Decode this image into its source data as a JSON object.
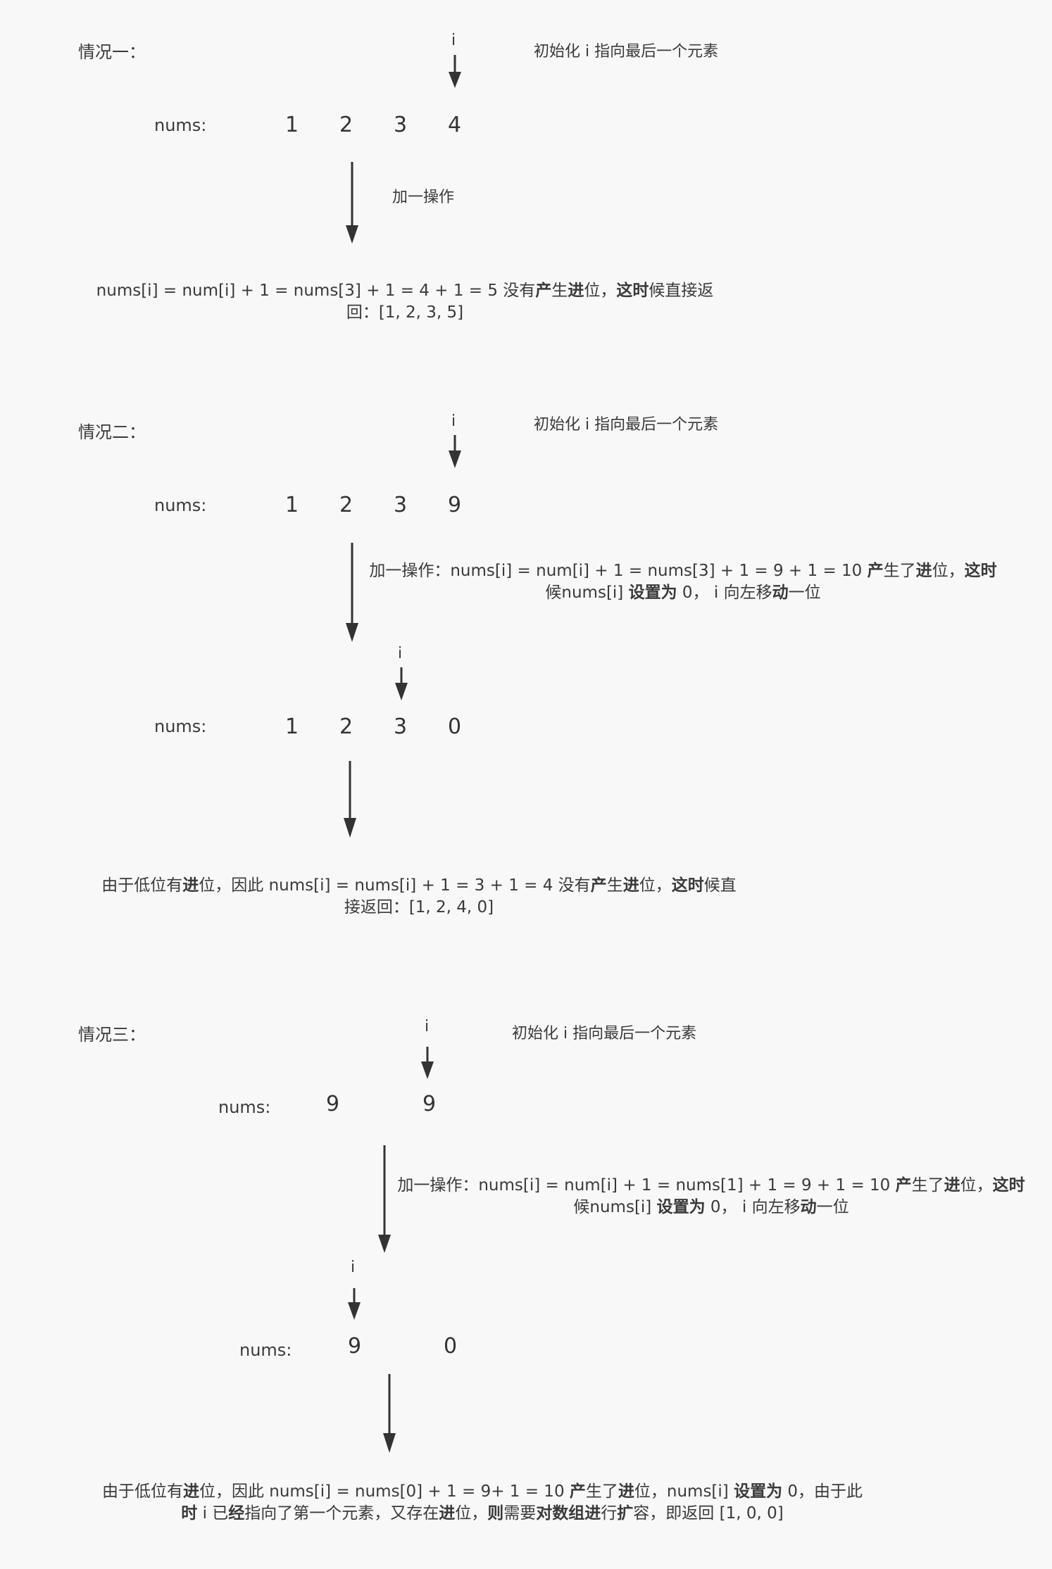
{
  "cases": [
    {
      "title": "情况一：",
      "init_note": "初始化 i 指向最后一个元素",
      "pointer_label": "i",
      "nums_label": "nums:",
      "digits": [
        "1",
        "2",
        "3",
        "4"
      ],
      "op_label": "加一操作",
      "result_pre": "nums[i] = num[i] + 1 = nums[3] + 1 = 4 + 1 = 5 没有",
      "result_b1": "产",
      "result_mid": "生",
      "result_b2": "进",
      "result_mid2": "位，",
      "result_b3": "这时",
      "result_post": "候直接返回：[1, 2, 3, 5]"
    },
    {
      "title": "情况二：",
      "init_note": "初始化 i 指向最后一个元素",
      "pointer_label": "i",
      "nums_label": "nums:",
      "digits": [
        "1",
        "2",
        "3",
        "9"
      ],
      "op_pre": "加一操作：nums[i] = num[i] + 1 = nums[3] + 1 = 9 + 1 = 10 ",
      "op_b1": "产",
      "op_mid": "生了",
      "op_b2": "进",
      "op_mid2": "位，",
      "op_b3": "这时",
      "op_mid3": "候nums[i] ",
      "op_b4": "设置为",
      "op_mid4": " 0，  i 向左移",
      "op_b5": "动",
      "op_post": "一位",
      "pointer2_label": "i",
      "nums2_label": "nums:",
      "digits2": [
        "1",
        "2",
        "3",
        "0"
      ],
      "result_pre": "由于低位有",
      "result_b1": "进",
      "result_mid": "位，因此 nums[i] = nums[i] + 1 = 3 + 1 = 4 没有",
      "result_b2": "产",
      "result_mid2": "生",
      "result_b3": "进",
      "result_mid3": "位，",
      "result_b4": "这时",
      "result_post": "候直接返回：[1, 2, 4, 0]"
    },
    {
      "title": "情况三：",
      "init_note": "初始化 i 指向最后一个元素",
      "pointer_label": "i",
      "nums_label": "nums:",
      "digits": [
        "9",
        "9"
      ],
      "op_pre": "加一操作：nums[i] = num[i] + 1 = nums[1] + 1 = 9 + 1 = 10 ",
      "op_b1": "产",
      "op_mid": "生了",
      "op_b2": "进",
      "op_mid2": "位，",
      "op_b3": "这时",
      "op_mid3": "候nums[i] ",
      "op_b4": "设置为",
      "op_mid4": " 0，  i 向左移",
      "op_b5": "动",
      "op_post": "一位",
      "pointer2_label": "i",
      "nums2_label": "nums:",
      "digits2": [
        "9",
        "0"
      ],
      "result_pre": "由于低位有",
      "result_b1": "进",
      "result_mid": "位，因此 nums[i] = nums[0] + 1 =  9+ 1 = 10 ",
      "result_b2": "产",
      "result_mid2": "生了",
      "result_b3": "进",
      "result_mid3": "位，nums[i] ",
      "result_b4": "设置为",
      "result_mid4": " 0，由于此",
      "result_b5": "时",
      "result_mid5": " i 已",
      "result_b6": "经",
      "result_mid6": "指向了第一个元素，又存在",
      "result_b7": "进",
      "result_mid7": "位，",
      "result_b8": "则",
      "result_mid8": "需要",
      "result_b9": "对数组进",
      "result_mid9": "行",
      "result_b10": "扩",
      "result_post": "容，即返回 [1, 0, 0]"
    }
  ]
}
